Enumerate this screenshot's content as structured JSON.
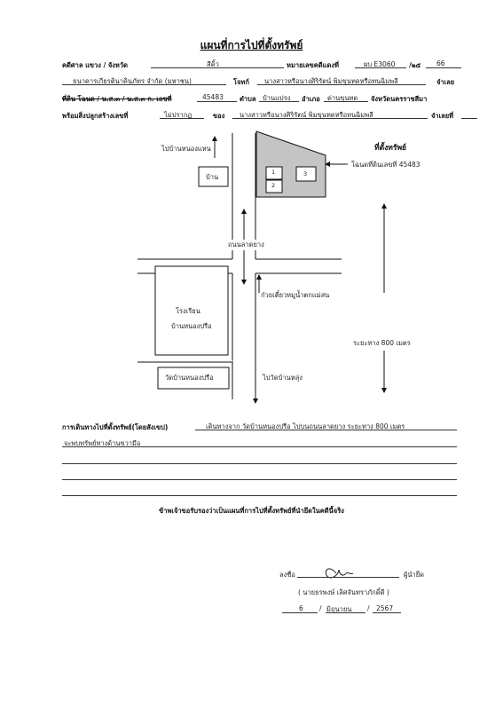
{
  "title": "แผนที่การไปที่ตั้งทรัพย์",
  "header": {
    "court_label": "คดีศาล แขวง / จังหวัด",
    "court_value": "สีคิ้ว",
    "case_no_label": "หมายเลขคดีแดงที่",
    "case_no_value": "ผบ E3060",
    "case_slash": "/๒๕",
    "case_year": "66",
    "plaintiff_value": "ธนาคารเกียรตินาคินภัทร จำกัด (มหาชน)",
    "defendant_label": "โจทก์",
    "defendant_value": "นางสาวหรือนางศิริรัตน์ พิมขุนทดหรือทนฉิมพลี",
    "defendant_suffix": "จำเลย",
    "land_label": "ที่ดิน โฉนด / น.ส.๓ / น.ส.๓ ก. เลขที่",
    "land_no": "45483",
    "tambon_label": "ตำบล",
    "tambon_value": "บ้านแปรง",
    "amphoe_label": "อำเภอ",
    "amphoe_value": "ด่านขุนทด",
    "province_value": "จังหวัดนครราชสีมา",
    "building_label": "พร้อมสิ่งปลูกสร้างเลขที่",
    "building_value": "ไม่ปรากฏ",
    "owner_label": "ของ",
    "owner_value": "นางสาวหรือนางศิริรัตน์ พิมขุนทดหรือทนฉิมพลี",
    "defendant_no_label": "จำเลยที่"
  },
  "map": {
    "to_nong_waen": "ไปบ้านหนองแหน",
    "house_label": "บ้าน",
    "property_title": "ที่ตั้งทรัพย์",
    "deed_label": "โฉนดที่ดินเลขที่ 45483",
    "building_1": "1",
    "building_2": "2",
    "building_3": "3",
    "road_label": "ถนนลาดยาง",
    "noodle_shop": "ก๋วยเตี๋ยวหมูน้ำตกแม่สน",
    "school_label_1": "โรงเรียน",
    "school_label_2": "บ้านหนองปรือ",
    "distance_label": "ระยะทาง 800 เมตร",
    "temple_label": "วัดบ้านหนองปรือ",
    "to_nong_khung": "ไปวัดบ้านหลุ่ง"
  },
  "directions": {
    "label": "การเดินทางไปที่ตั้งทรัพย์(โดยสังเขป)",
    "line1": "เดินทางจาก วัดบ้านหนองปรือ ไปบนถนนลาดยาง ระยะทาง 800 เมตร",
    "line2": "จะพบทรัพย์ทางด้านขวามือ"
  },
  "certification": "ข้าพเจ้าขอรับรองว่าเป็นแผนที่การไปที่ตั้งทรัพย์ที่นำยึดในคดีนี้จริง",
  "signature": {
    "sign_label": "ลงชื่อ",
    "role": "ผู้นำยึด",
    "name": "( นายธรพงษ์ เลิศจันทราภักดิ์ดี )",
    "day": "6",
    "month": "มิถุนายน",
    "year": "2567"
  }
}
